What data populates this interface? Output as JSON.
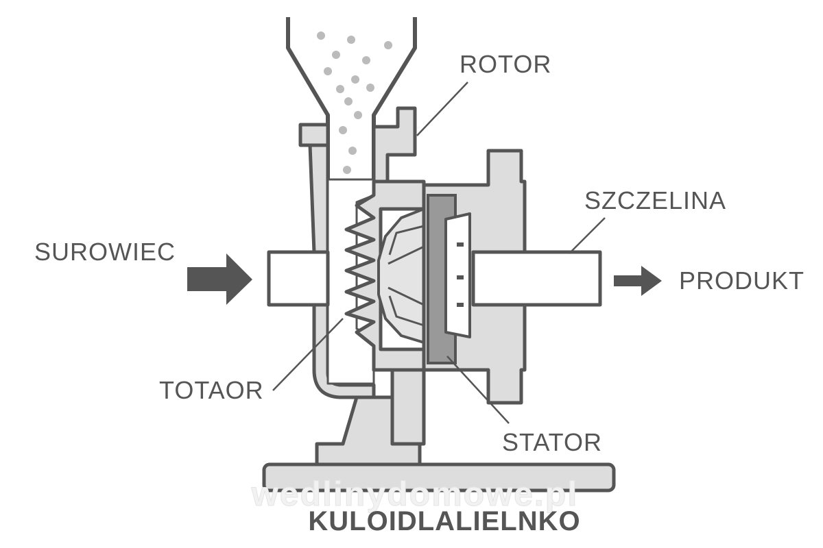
{
  "labels": {
    "rotor": "ROTOR",
    "szczelina": "SZCZELINA",
    "surowiec": "SUROWIEC",
    "produkt": "PRODUKT",
    "totaor": "TOTAOR",
    "stator": "STATOR"
  },
  "title": "KULOIDLALIELNKO",
  "watermark": "wedlinydomowe.pl",
  "colors": {
    "outline": "#555555",
    "fill": "#dddddd",
    "stator": "#999999",
    "arrow": "#555555",
    "text": "#555555"
  }
}
